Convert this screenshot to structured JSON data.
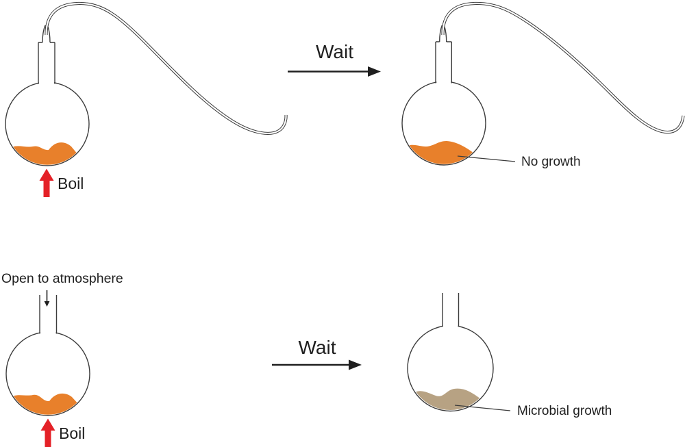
{
  "colors": {
    "broth_orange": "#E8802B",
    "microbial_tan": "#B7A283",
    "boil_red": "#E42127",
    "outline_gray": "#3C3C3C",
    "text_dark": "#1F1F1F"
  },
  "rows": {
    "top": {
      "flask_before": {
        "boil_label": "Boil"
      },
      "transition": {
        "wait_label": "Wait"
      },
      "flask_after": {
        "result_label": "No growth"
      }
    },
    "bottom": {
      "flask_before": {
        "open_label": "Open to atmosphere",
        "boil_label": "Boil"
      },
      "transition": {
        "wait_label": "Wait"
      },
      "flask_after": {
        "result_label": "Microbial growth"
      }
    }
  }
}
